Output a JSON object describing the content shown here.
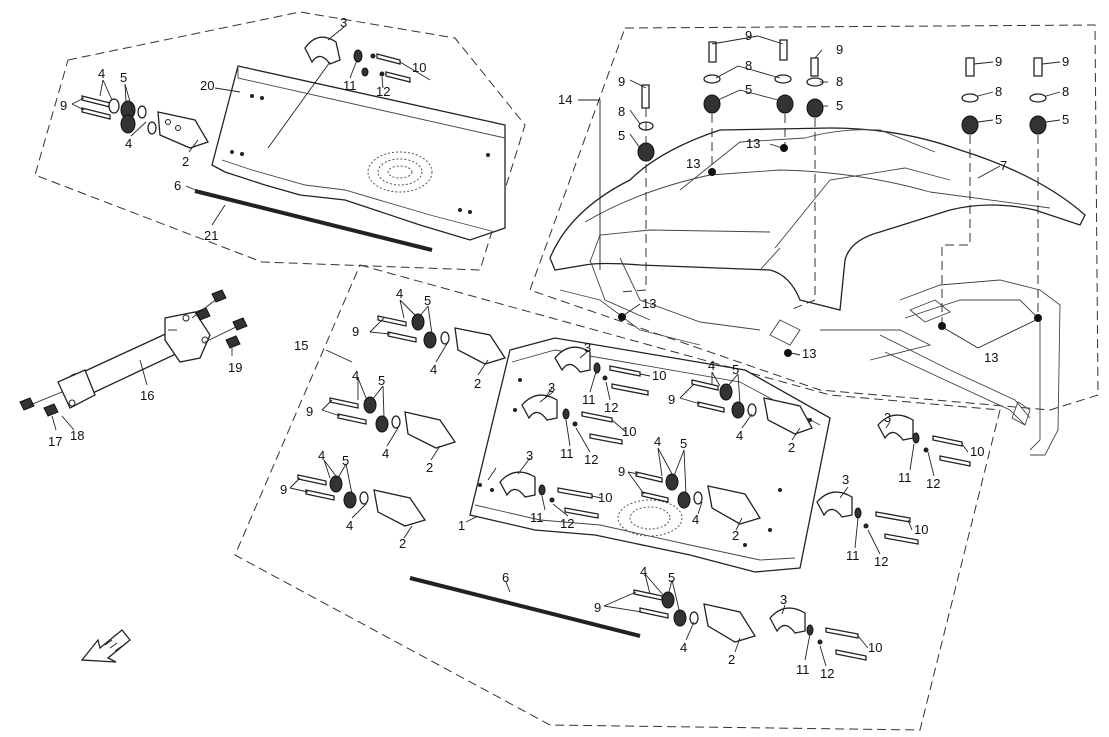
{
  "diagram": {
    "type": "exploded-parts-view",
    "callouts": {
      "n1": "1",
      "n2": "2",
      "n3": "3",
      "n4": "4",
      "n5": "5",
      "n6": "6",
      "n7": "7",
      "n8": "8",
      "n9": "9",
      "n10": "10",
      "n11": "11",
      "n12": "12",
      "n13": "13",
      "n14": "14",
      "n15": "15",
      "n16": "16",
      "n17": "17",
      "n18": "18",
      "n19": "19",
      "n20": "20",
      "n21": "21"
    },
    "colors": {
      "line": "#222222",
      "background": "#ffffff",
      "fill": "#ffffff"
    },
    "icons": {
      "orientation": "direction-arrow-icon"
    }
  }
}
